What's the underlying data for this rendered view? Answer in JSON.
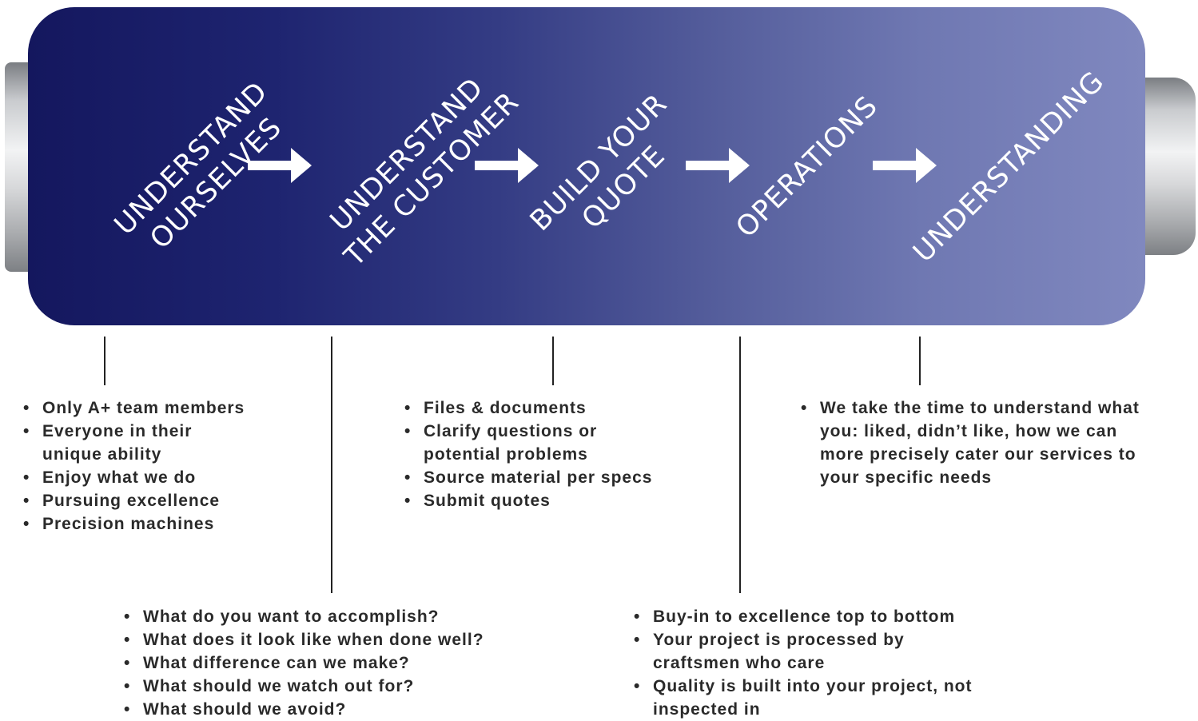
{
  "stages": [
    {
      "lines": [
        "UNDERSTAND",
        "OURSELVES"
      ]
    },
    {
      "lines": [
        "UNDERSTAND",
        "THE CUSTOMER"
      ]
    },
    {
      "lines": [
        "BUILD YOUR",
        "QUOTE"
      ]
    },
    {
      "lines": [
        "OPERATIONS"
      ]
    },
    {
      "lines": [
        "UNDERSTANDING"
      ]
    }
  ],
  "details": {
    "ourselves": [
      "Only A+ team members",
      "Everyone in their unique ability",
      "Enjoy what we do",
      "Pursuing excellence",
      "Precision machines"
    ],
    "customer": [
      "What do you want to accomplish?",
      "What does it look like when done well?",
      "What difference can we make?",
      "What should we watch out for?",
      "What should we avoid?"
    ],
    "quote": [
      "Files & documents",
      "Clarify questions or potential problems",
      "Source material per specs",
      "Submit quotes"
    ],
    "operations": [
      "Buy-in to excellence top to bottom",
      "Your project is processed by craftsmen who care",
      "Quality is built into your project, not inspected in"
    ],
    "understanding": [
      "We take the time to understand what you: liked, didn’t like, how we can more precisely cater our services to your specific needs"
    ]
  },
  "colors": {
    "banner_start": "#14175e",
    "banner_end": "#8088bf",
    "text": "#2a2a2a"
  }
}
